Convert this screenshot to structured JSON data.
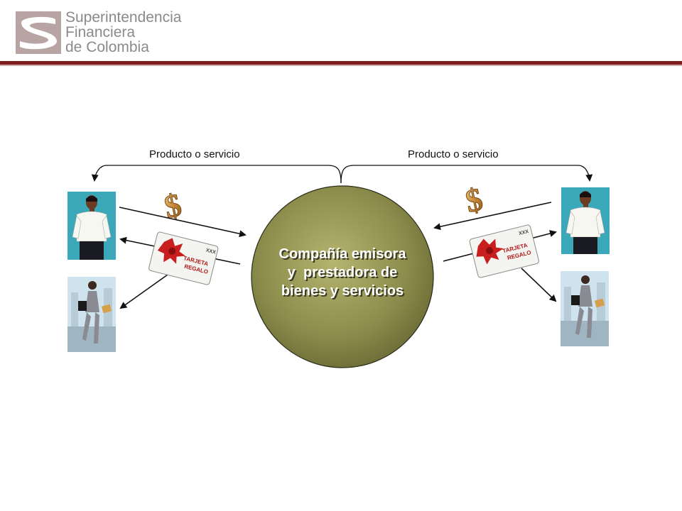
{
  "header": {
    "org_name_lines": [
      "Superintendencia",
      "Financiera",
      "de Colombia"
    ],
    "rule_color": "#7d1c1c"
  },
  "diagram": {
    "left_arrow_label": "Producto o servicio",
    "right_arrow_label": "Producto o servicio",
    "center_lines": [
      "Compañía emisora",
      "y  prestadora de",
      "bienes y servicios"
    ],
    "center_color": "#8a8a4a",
    "money_symbol": "$",
    "gift_card": {
      "line1": "TARJETA",
      "line2": "REGALO",
      "mark": "XXX"
    },
    "icons": [
      "man-figure-icon",
      "businesswoman-figure-icon",
      "dollar-sign-icon",
      "gift-card-icon"
    ]
  }
}
